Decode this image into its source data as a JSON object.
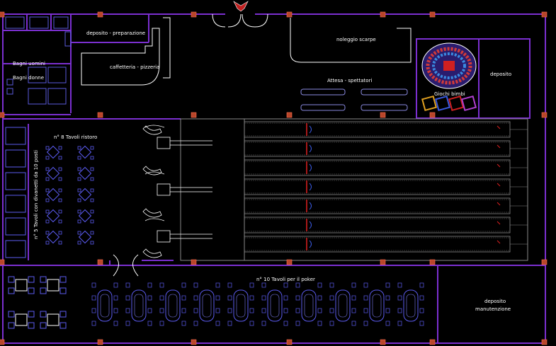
{
  "labels": {
    "deposito_preparazione": "deposito - preparazione",
    "caffetteria": "caffetteria - pizzeria",
    "bagni_uomini": "Bagni uomini",
    "bagni_donne": "Bagni donne",
    "noleggio": "noleggio scarpe",
    "attesa": "Attesa - spettatori",
    "giochi": "Giochi bimbi",
    "deposito": "deposito",
    "tavoli_ristoro": "n° 8 Tavoli ristoro",
    "tavoli_divanetti": "n° 5 Tavoli con divanetti da 10 posti",
    "tavoli_poker": "n° 10 Tavoli per il poker",
    "deposito_manutenzione_1": "deposito",
    "deposito_manutenzione_2": "manutenzione"
  },
  "colors": {
    "background": "#000000",
    "wall": "#7b2fd0",
    "inner_wall": "#5a5adc",
    "column": "#b8462a",
    "furniture": "#5b5bf0",
    "lane_lines": "#8a8a8a",
    "foul_line": "#e02020",
    "text": "#ffffff"
  }
}
